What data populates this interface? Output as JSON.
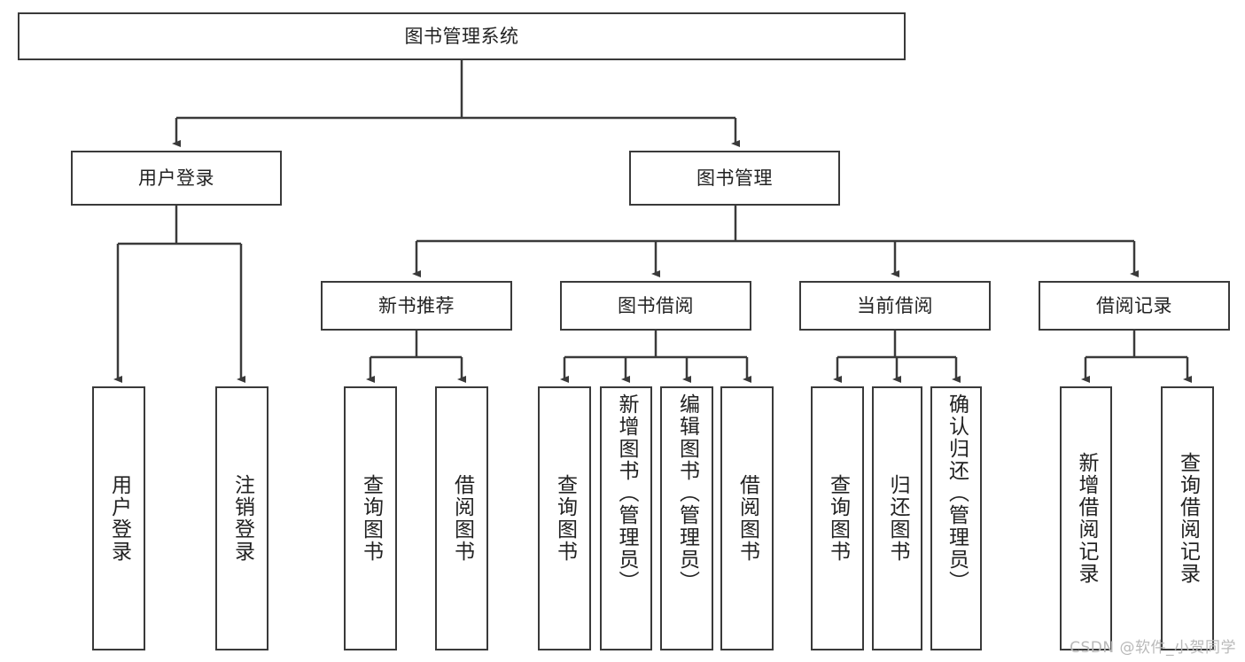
{
  "diagram": {
    "title_node": {
      "label": "图书管理系统"
    },
    "level1": [
      {
        "id": "user-login",
        "label": "用户登录"
      },
      {
        "id": "book-management",
        "label": "图书管理"
      }
    ],
    "level2": [
      {
        "id": "new-book-recommend",
        "label": "新书推荐"
      },
      {
        "id": "book-borrow",
        "label": "图书借阅"
      },
      {
        "id": "current-borrow",
        "label": "当前借阅"
      },
      {
        "id": "borrow-record",
        "label": "借阅记录"
      }
    ],
    "leaves": {
      "user_login": [
        {
          "id": "leaf-user-login",
          "label": "用户登录"
        },
        {
          "id": "leaf-logout-login",
          "label": "注销登录"
        }
      ],
      "new_book_recommend": [
        {
          "id": "leaf-query-book-1",
          "label": "查询图书"
        },
        {
          "id": "leaf-borrow-book-1",
          "label": "借阅图书"
        }
      ],
      "book_borrow": [
        {
          "id": "leaf-query-book-2",
          "label": "查询图书"
        },
        {
          "id": "leaf-add-book",
          "label": "新增图书（管理员）"
        },
        {
          "id": "leaf-edit-book",
          "label": "编辑图书（管理员）"
        },
        {
          "id": "leaf-borrow-book-2",
          "label": "借阅图书"
        }
      ],
      "current_borrow": [
        {
          "id": "leaf-query-book-3",
          "label": "查询图书"
        },
        {
          "id": "leaf-return-book",
          "label": "归还图书"
        },
        {
          "id": "leaf-confirm-return",
          "label": "确认归还（管理员）"
        }
      ],
      "borrow_record": [
        {
          "id": "leaf-add-borrow-record",
          "label": "新增借阅记录"
        },
        {
          "id": "leaf-query-borrow-record",
          "label": "查询借阅记录"
        }
      ]
    }
  },
  "watermark": {
    "text": "CSDN @软件_小贺同学"
  },
  "colors": {
    "border": "#3a3a3a",
    "background": "#ffffff",
    "text": "#222222",
    "watermark": "#b9b9b9"
  }
}
